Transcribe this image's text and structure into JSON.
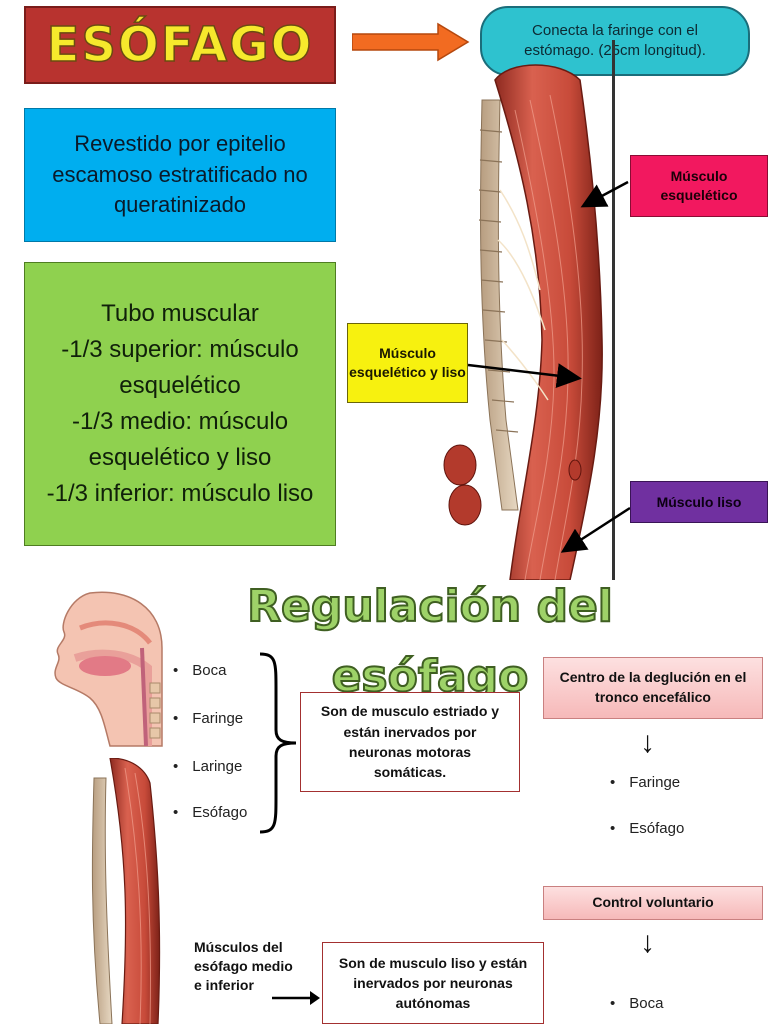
{
  "title": "ESÓFAGO",
  "description": "Conecta la faringe con el estómago. (25cm longitud).",
  "epithelium": "Revestido por epitelio escamoso estratificado no queratinizado",
  "muscle_tube": {
    "heading": "Tubo muscular",
    "lines": [
      "-1/3 superior: músculo esquelético",
      "-1/3 medio: músculo esquelético y liso",
      "-1/3 inferior: músculo liso"
    ]
  },
  "labels": {
    "skeletal": "Músculo esquelético",
    "mixed": "Músculo esquelético y liso",
    "smooth": "Músculo liso"
  },
  "regulation": {
    "title": "Regulación del esófago",
    "structures": [
      "Boca",
      "Faringe",
      "Laringe",
      "Esófago"
    ],
    "striated_note": "Son de musculo estriado y están inervados por neuronas motoras somáticas.",
    "lower_muscles_label": "Músculos del esófago medio e inferior",
    "smooth_note": "Son de musculo liso y están inervados por neuronas autónomas",
    "swallow_center": "Centro de la deglución en el tronco encefálico",
    "swallow_targets": [
      "Faringe",
      "Esófago"
    ],
    "voluntary": "Control voluntario",
    "voluntary_targets": [
      "Boca"
    ]
  },
  "colors": {
    "title_bg": "#b8332f",
    "title_text": "#f6e92c",
    "bubble": "#2ec2cf",
    "blue_box": "#00aeef",
    "green_box": "#8fd14f",
    "pink_label": "#f2185f",
    "yellow_label": "#f7f10f",
    "purple_label": "#7030a0",
    "arrow_orange": "#f26b21",
    "muscle_red": "#c0392b"
  }
}
